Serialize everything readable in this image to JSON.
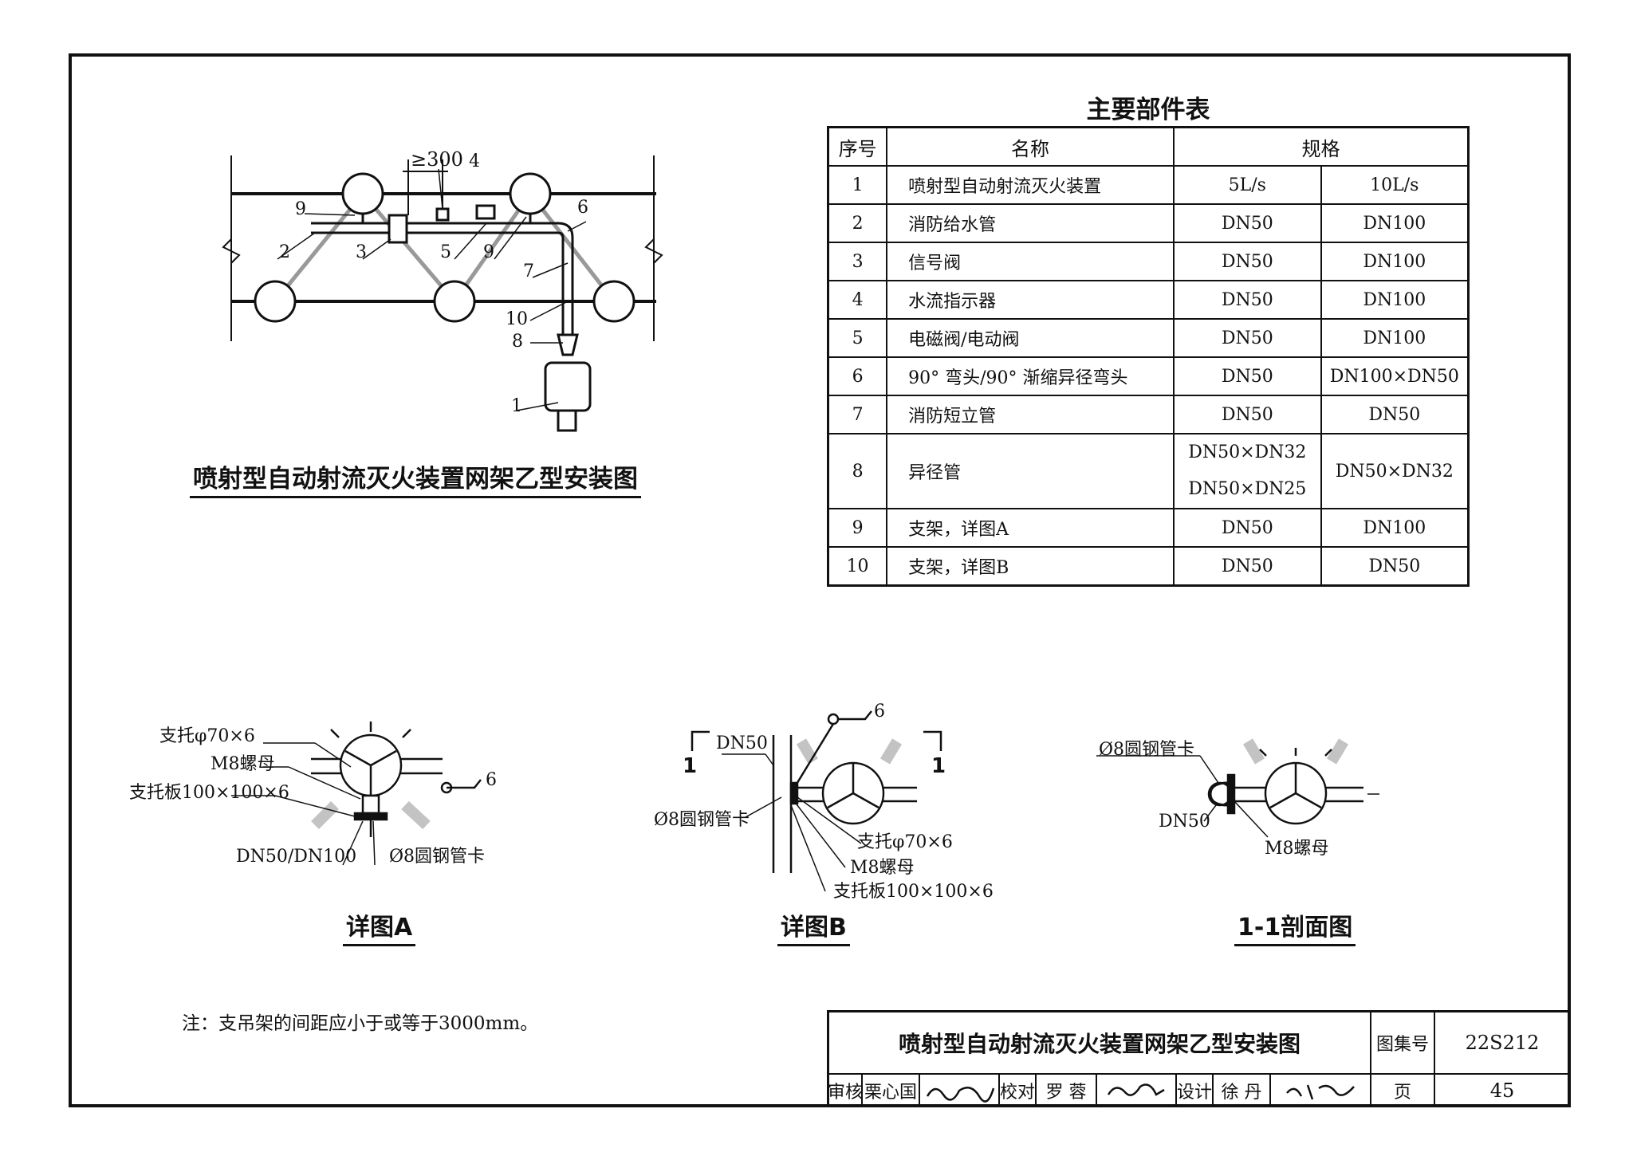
{
  "main_figure": {
    "caption": "喷射型自动射流灭火装置网架乙型安装图",
    "dim_300": "≥300",
    "callouts": [
      "1",
      "2",
      "3",
      "4",
      "5",
      "6",
      "7",
      "8",
      "9",
      "9",
      "10"
    ]
  },
  "table": {
    "title": "主要部件表",
    "headers": {
      "no": "序号",
      "name": "名称",
      "spec": "规格"
    },
    "rows": [
      {
        "no": "1",
        "name": "喷射型自动射流灭火装置",
        "spec_a": "5L/s",
        "spec_b": "10L/s"
      },
      {
        "no": "2",
        "name": "消防给水管",
        "spec_a": "DN50",
        "spec_b": "DN100"
      },
      {
        "no": "3",
        "name": "信号阀",
        "spec_a": "DN50",
        "spec_b": "DN100"
      },
      {
        "no": "4",
        "name": "水流指示器",
        "spec_a": "DN50",
        "spec_b": "DN100"
      },
      {
        "no": "5",
        "name": "电磁阀/电动阀",
        "spec_a": "DN50",
        "spec_b": "DN100"
      },
      {
        "no": "6",
        "name": "90° 弯头/90° 渐缩异径弯头",
        "spec_a": "DN50",
        "spec_b": "DN100×DN50"
      },
      {
        "no": "7",
        "name": "消防短立管",
        "spec_a": "DN50",
        "spec_b": "DN50"
      },
      {
        "no": "8",
        "name": "异径管",
        "spec_a": "DN50×DN32",
        "spec_a2": "DN50×DN25",
        "spec_b": "DN50×DN32"
      },
      {
        "no": "9",
        "name": "支架，详图A",
        "spec_a": "DN50",
        "spec_b": "DN100"
      },
      {
        "no": "10",
        "name": "支架，详图B",
        "spec_a": "DN50",
        "spec_b": "DN50"
      }
    ]
  },
  "detail_a": {
    "caption": "详图A",
    "labels": {
      "bracket": "支托φ70×6",
      "nut": "M8螺母",
      "plate": "支托板100×100×6",
      "pipe": "DN50/DN100",
      "clamp": "Ø8圆钢管卡",
      "weld": "6"
    }
  },
  "detail_b": {
    "caption": "详图B",
    "labels": {
      "pipe": "DN50",
      "clamp": "Ø8圆钢管卡",
      "bracket": "支托φ70×6",
      "nut": "M8螺母",
      "plate": "支托板100×100×6",
      "weld": "6",
      "section_l": "1",
      "section_r": "1"
    }
  },
  "section_1_1": {
    "caption": "1-1剖面图",
    "labels": {
      "clamp": "Ø8圆钢管卡",
      "pipe": "DN50",
      "nut": "M8螺母"
    }
  },
  "note": "注：支吊架的间距应小于或等于3000mm。",
  "title_block": {
    "drawing_title": "喷射型自动射流灭火装置网架乙型安装图",
    "atlas_label": "图集号",
    "atlas_no": "22S212",
    "page_label": "页",
    "page_no": "45",
    "review_label": "审核",
    "reviewer": "栗心国",
    "check_label": "校对",
    "checker": "罗 蓉",
    "design_label": "设计",
    "designer": "徐 丹"
  }
}
